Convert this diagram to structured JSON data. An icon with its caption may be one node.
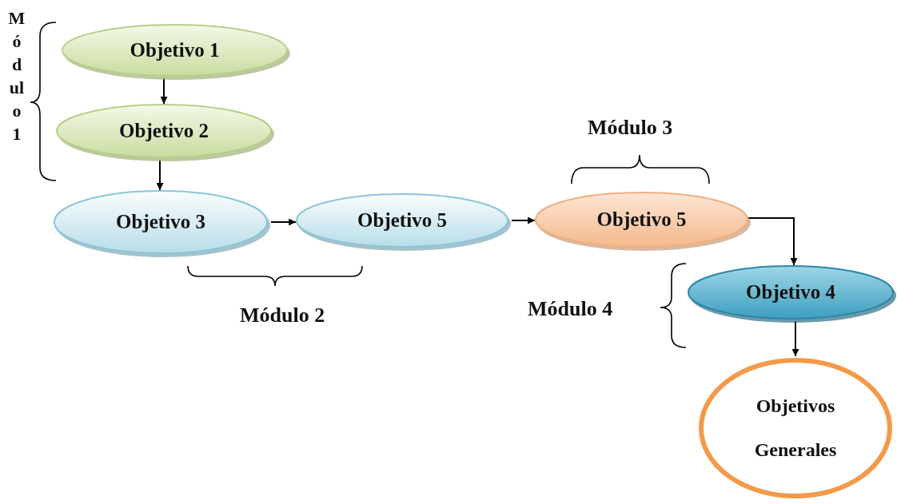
{
  "diagram": {
    "nodes": [
      {
        "text": [
          "Objetivo 1"
        ]
      },
      {
        "text": [
          "Objetivo 2"
        ]
      },
      {
        "text": [
          "Objetivo 3"
        ]
      },
      {
        "text": [
          "Objetivo 5"
        ]
      },
      {
        "text": [
          "Objetivo 5"
        ]
      },
      {
        "text": [
          "Objetivo 4"
        ]
      },
      {
        "text": [
          "Objetivos Generales"
        ]
      }
    ],
    "edges": [
      {
        "from": 0,
        "to": 1,
        "arrow": "to"
      },
      {
        "from": 1,
        "to": 2,
        "arrow": "to"
      },
      {
        "from": 2,
        "to": 3,
        "arrow": "to"
      },
      {
        "from": 3,
        "to": 4,
        "arrow": "to"
      },
      {
        "from": 4,
        "to": 5,
        "arrow": "to"
      },
      {
        "from": 5,
        "to": 6,
        "arrow": "to"
      }
    ],
    "labels": [
      "Módulo 1",
      "Módulo 3",
      "Módulo 2",
      "Módulo 4"
    ]
  }
}
